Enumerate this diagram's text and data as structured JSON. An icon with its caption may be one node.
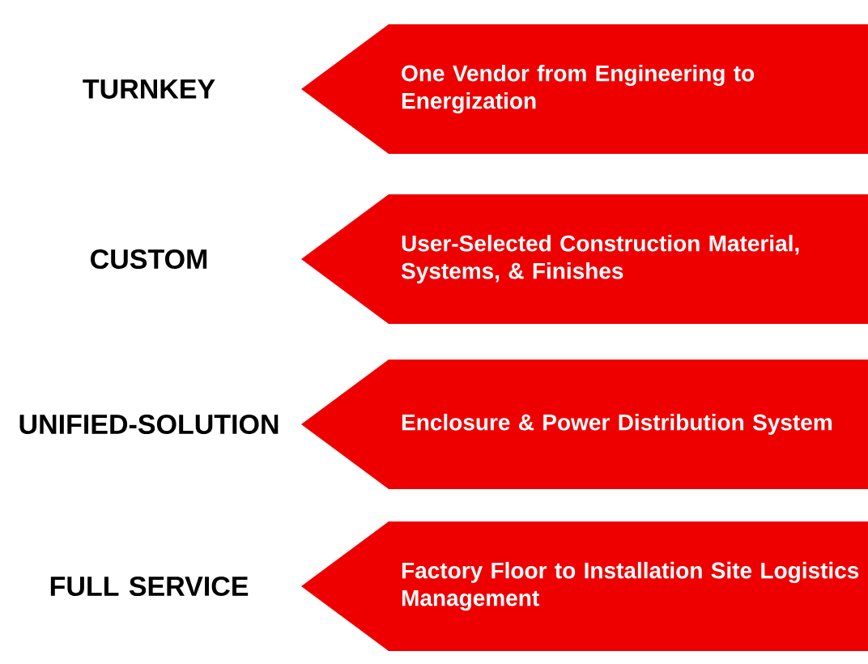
{
  "diagram": {
    "nodes": [
      {
        "text": [
          "One Vendor from Engineering to Energization"
        ],
        "beside": [
          "TURNKEY"
        ]
      },
      {
        "text": [
          "User-Selected Construction Material, Systems, & Finishes"
        ],
        "beside": [
          "CUSTOM"
        ]
      },
      {
        "text": [
          "Enclosure & Power Distribution System"
        ],
        "beside": [
          "UNIFIED-SOLUTION"
        ]
      },
      {
        "text": [
          "Factory Floor to Installation Site Logistics Management"
        ],
        "beside": [
          "FULL SERVICE"
        ]
      }
    ]
  }
}
